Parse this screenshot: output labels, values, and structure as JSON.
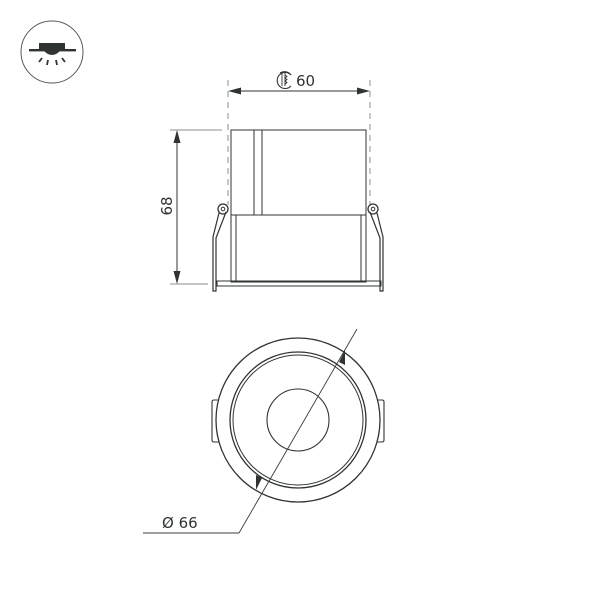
{
  "drawing": {
    "type_icon": "recessed-ceiling-light-icon",
    "side_view": {
      "cutout_symbol": "cutout-diameter-icon",
      "width_label": "60",
      "height_label": "68"
    },
    "top_view": {
      "diameter_symbol": "Ø",
      "diameter_label": "Ø 66"
    }
  },
  "colors": {
    "line": "#2f3433",
    "dimension": "#3a3f3e",
    "dash": "#8a8f8e"
  }
}
